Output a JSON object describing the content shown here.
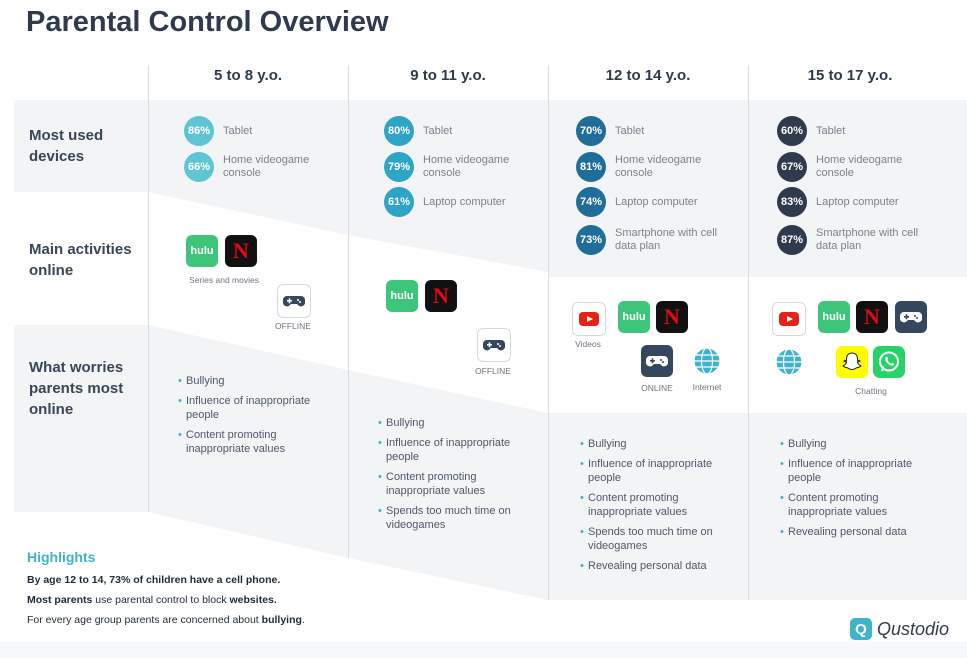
{
  "title": "Parental Control Overview",
  "columns": [
    "5 to 8  y.o.",
    "9 to 11 y.o.",
    "12 to 14 y.o.",
    "15 to 17 y.o."
  ],
  "row_labels": {
    "devices": [
      "Most used",
      "devices"
    ],
    "activities": [
      "Main activities",
      "online"
    ],
    "worries": [
      "What worries",
      "parents most",
      "online"
    ]
  },
  "devices": [
    [
      {
        "pct": "86%",
        "label": "Tablet"
      },
      {
        "pct": "66%",
        "label": "Home videogame console"
      }
    ],
    [
      {
        "pct": "80%",
        "label": "Tablet"
      },
      {
        "pct": "79%",
        "label": "Home videogame console"
      },
      {
        "pct": "61%",
        "label": "Laptop computer"
      }
    ],
    [
      {
        "pct": "70%",
        "label": "Tablet"
      },
      {
        "pct": "81%",
        "label": "Home videogame console"
      },
      {
        "pct": "74%",
        "label": "Laptop computer"
      },
      {
        "pct": "73%",
        "label": "Smartphone with cell data plan"
      }
    ],
    [
      {
        "pct": "60%",
        "label": "Tablet"
      },
      {
        "pct": "67%",
        "label": "Home videogame console"
      },
      {
        "pct": "83%",
        "label": "Laptop computer"
      },
      {
        "pct": "87%",
        "label": "Smartphone with cell data plan"
      }
    ]
  ],
  "badge_colors": [
    "#5fc5d3",
    "#2ea5c4",
    "#1f6e9a",
    "#2f3a4d"
  ],
  "app_icons": {
    "hulu": "hulu",
    "netflix": "N"
  },
  "captions": {
    "series_movies": "Series and movies",
    "offline": "OFFLINE",
    "videos": "Videos",
    "online": "ONLINE",
    "internet": "Internet",
    "chatting": "Chatting"
  },
  "worries": [
    [
      "Bullying",
      "Influence of inappropriate people",
      "Content promoting inappropriate values"
    ],
    [
      "Bullying",
      "Influence of inappropriate people",
      "Content promoting inappropriate values",
      "Spends too much time on videogames"
    ],
    [
      "Bullying",
      "Influence of inappropriate people",
      "Content promoting inappropriate values",
      "Spends too much time on videogames",
      "Revealing personal data"
    ],
    [
      "Bullying",
      "Influence of inappropriate people",
      "Content promoting inappropriate values",
      "Revealing personal data"
    ]
  ],
  "highlights": {
    "title": "Highlights",
    "line1": {
      "bold_a": "By age 12 to 14, 73% of children have a cell phone.",
      "rest": ""
    },
    "line2": {
      "bold_a": "Most parents",
      "mid": " use parental control to block ",
      "bold_b": "websites."
    },
    "line3": {
      "pre": "For every age group parents are concerned about ",
      "bold": "bullying",
      "post": "."
    }
  },
  "brand": {
    "logo_letter": "Q",
    "name": "Qustodio"
  },
  "colors": {
    "band": "#f3f4f6",
    "accent": "#3fb3c9",
    "text": "#2d3a4b"
  }
}
